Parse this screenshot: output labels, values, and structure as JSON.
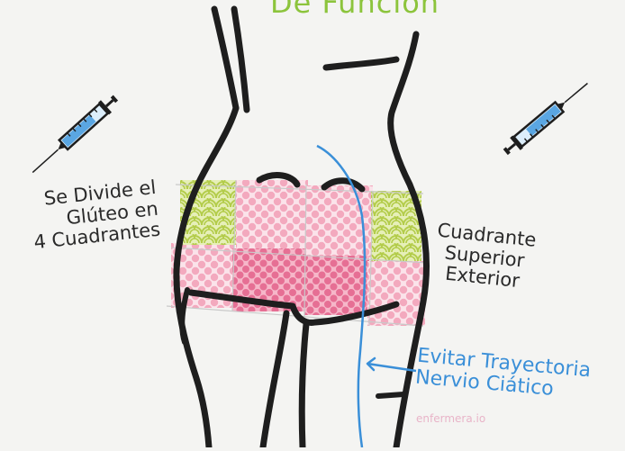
{
  "title": "De Función",
  "left_label": [
    "Se Divide el",
    "Glúteo en",
    "4 Cuadrantes"
  ],
  "right_label": [
    "Cuadrante",
    "Superior",
    "Exterior"
  ],
  "nerve_label": [
    "Evitar Trayectoria",
    "Nervio Ciático"
  ],
  "watermark": "enfermera.io",
  "colors": {
    "title_green": "#8cc43c",
    "outline": "#1e1e1e",
    "quadrant_green": "#c5dc6c",
    "quadrant_pink_light": "#f6c9d6",
    "quadrant_pink_dark": "#ee8aa8",
    "syringe_blue": "#5aa6e2",
    "nerve_blue": "#3a8fd8"
  },
  "icons": [
    "syringe-icon-left",
    "syringe-icon-right",
    "arrow-left-icon"
  ]
}
